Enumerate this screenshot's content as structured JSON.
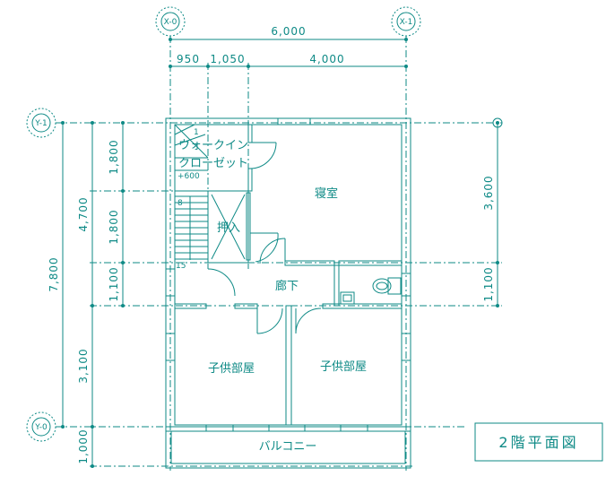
{
  "colors": {
    "line": "#0e8a86",
    "background": "#ffffff"
  },
  "title": "2階平面図",
  "grid_marks": {
    "top_left": "X-0",
    "top_right": "X-1",
    "left_top": "Y-1",
    "left_bottom": "Y-0"
  },
  "dimensions": {
    "top_total": "6,000",
    "top_1": "950",
    "top_2": "1,050",
    "top_3": "4,000",
    "left_total": "7,800",
    "left_upper": "4,700",
    "left_lower": "3,100",
    "left_balcony": "1,000",
    "left_a": "1,800",
    "left_b": "1,800",
    "left_c": "1,100",
    "right_a": "3,600",
    "right_b": "1,100"
  },
  "rooms": {
    "walk_in_closet_1": "ウォークイン",
    "walk_in_closet_2": "クローゼット",
    "bedroom": "寝室",
    "storage": "押入",
    "corridor": "廊下",
    "kids_room_1": "子供部屋",
    "kids_room_2": "子供部屋",
    "balcony": "バルコニー"
  },
  "stair_labels": {
    "top_step": "1",
    "landing_level": "+600",
    "mid_step": "8",
    "bottom_step": "15"
  }
}
